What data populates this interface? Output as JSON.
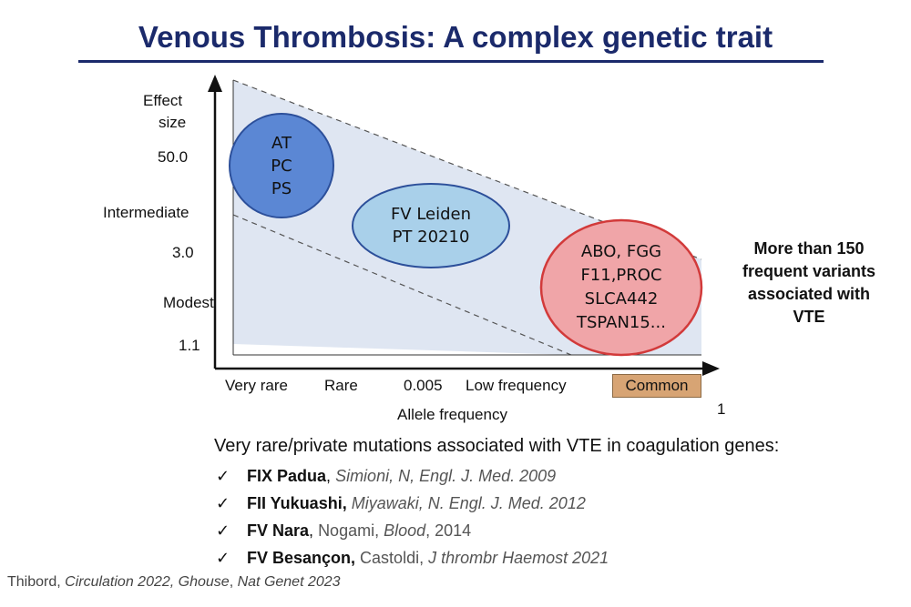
{
  "title": "Venous Thrombosis: A complex genetic trait",
  "y_axis": {
    "label_line1": "Effect",
    "label_line2": "size",
    "ticks": [
      "50.0",
      "Intermediate",
      "3.0",
      "Modest",
      "1.1"
    ]
  },
  "x_axis": {
    "label": "Allele frequency",
    "ticks": [
      "Very rare",
      "Rare",
      "0.005",
      "Low frequency",
      "Common"
    ],
    "end_value": "1"
  },
  "bubbles": {
    "high_effect": {
      "lines": [
        "AT",
        "PC",
        "PS"
      ],
      "fill": "#5b87d4"
    },
    "intermediate": {
      "lines": [
        "FV Leiden",
        "PT 20210"
      ],
      "fill": "#a9d0ea"
    },
    "common": {
      "lines": [
        "ABO, FGG",
        "F11,PROC",
        "SLCA442",
        "TSPAN15..."
      ],
      "fill": "#f0a5a8"
    }
  },
  "band_color": "#dfe6f2",
  "side_note": {
    "lines": [
      "More than 150",
      "frequent variants",
      "associated with",
      "VTE"
    ]
  },
  "mutations": {
    "heading": "Very rare/private mutations associated with VTE in coagulation genes:",
    "items": [
      {
        "name": "FIX Padua",
        "separator": ",",
        "ref": "Simioni, N, Engl. J. Med. 2009"
      },
      {
        "name": "FII Yukuashi,",
        "separator": "",
        "ref": "Miyawaki, N. Engl. J. Med. 2012"
      },
      {
        "name": "FV Nara",
        "separator": ",",
        "ref_plain": "Nogami, ",
        "ref_italic": "Blood",
        "ref_tail": ", 2014"
      },
      {
        "name": "FV Besançon,",
        "separator": "",
        "ref_plain": "Castoldi, ",
        "ref_italic": "J thrombr Haemost 2021",
        "ref_tail": ""
      }
    ]
  },
  "footer": {
    "a_plain": "Thibord, ",
    "a_italic": "Circulation 2022, ",
    "b_italic": "Ghouse",
    "b_plain": ", ",
    "c_italic": "Nat Genet 2023"
  }
}
